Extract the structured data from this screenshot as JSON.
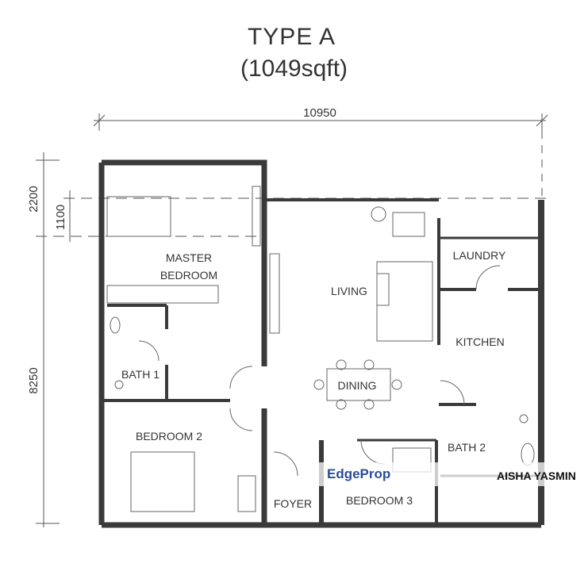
{
  "title": "TYPE A",
  "area": "(1049sqft)",
  "dimensions": {
    "width": "10950",
    "top_depth": "2200",
    "bed_offset": "1100",
    "depth": "8250"
  },
  "rooms": {
    "master_1": "MASTER",
    "master_2": "BEDROOM",
    "living": "LIVING",
    "laundry": "LAUNDRY",
    "kitchen": "KITCHEN",
    "bath1": "BATH 1",
    "dining": "DINING",
    "bedroom2": "BEDROOM 2",
    "bath2": "BATH 2",
    "foyer": "FOYER",
    "bedroom3": "BEDROOM 3"
  },
  "watermark": {
    "brand": "EdgeProp",
    "agent": "AISHA YASMIN"
  },
  "colors": {
    "wall": "#3a3a3a",
    "line": "#555555",
    "brand": "#2a4d9c"
  }
}
